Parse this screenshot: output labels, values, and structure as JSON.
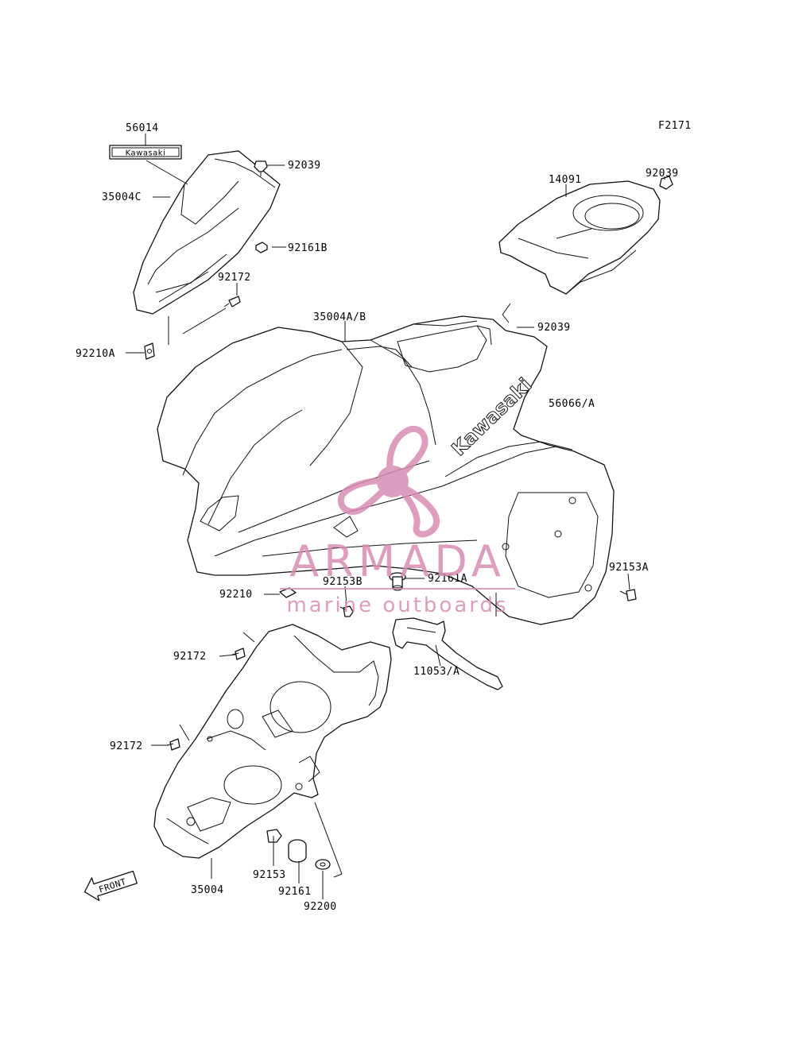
{
  "figure_code": "F2171",
  "parts": [
    {
      "id": "p56014",
      "label": "56014"
    },
    {
      "id": "p92039a",
      "label": "92039"
    },
    {
      "id": "p35004c",
      "label": "35004C"
    },
    {
      "id": "p92161b",
      "label": "92161B"
    },
    {
      "id": "p92172a",
      "label": "92172"
    },
    {
      "id": "p92210a",
      "label": "92210A"
    },
    {
      "id": "p14091",
      "label": "14091"
    },
    {
      "id": "p92039b",
      "label": "92039"
    },
    {
      "id": "p35004ab",
      "label": "35004A/B"
    },
    {
      "id": "p92039c",
      "label": "92039"
    },
    {
      "id": "p56066a",
      "label": "56066/A"
    },
    {
      "id": "p92153a",
      "label": "92153A"
    },
    {
      "id": "p92210",
      "label": "92210"
    },
    {
      "id": "p92153b",
      "label": "92153B"
    },
    {
      "id": "p92161a",
      "label": "92161A"
    },
    {
      "id": "p92172b",
      "label": "92172"
    },
    {
      "id": "p11053a",
      "label": "11053/A"
    },
    {
      "id": "p92172c",
      "label": "92172"
    },
    {
      "id": "p35004",
      "label": "35004"
    },
    {
      "id": "p92153",
      "label": "92153"
    },
    {
      "id": "p92161",
      "label": "92161"
    },
    {
      "id": "p92200",
      "label": "92200"
    }
  ],
  "decal_text": "Kawasaki",
  "fender_text": "Kawasaki",
  "front_arrow_text": "FRONT",
  "watermark": {
    "brand": "ARMADA",
    "tagline": "marine outboards",
    "color": "#d98cb3"
  }
}
